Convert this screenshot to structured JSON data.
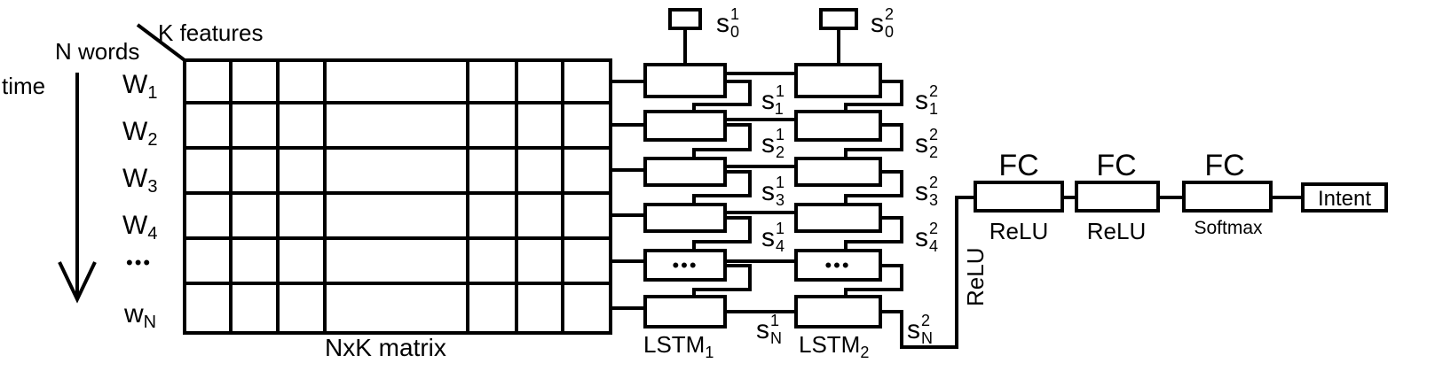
{
  "labels": {
    "k_features": "K features",
    "n_words": "N words",
    "time": "time",
    "matrix": "NxK matrix",
    "lstm1_main": "LSTM",
    "lstm1_sub": "1",
    "lstm2_main": "LSTM",
    "lstm2_sub": "2",
    "relu_vertical": "ReLU",
    "intent": "Intent"
  },
  "words": [
    {
      "main": "W",
      "sub": "1"
    },
    {
      "main": "W",
      "sub": "2"
    },
    {
      "main": "W",
      "sub": "3"
    },
    {
      "main": "W",
      "sub": "4"
    },
    {
      "main": "•••",
      "sub": ""
    },
    {
      "main": "w",
      "sub": "N"
    }
  ],
  "states_layer1": [
    {
      "sup": "1",
      "sub": "0"
    },
    {
      "sup": "1",
      "sub": "1"
    },
    {
      "sup": "1",
      "sub": "2"
    },
    {
      "sup": "1",
      "sub": "3"
    },
    {
      "sup": "1",
      "sub": "4"
    },
    {
      "sup": "1",
      "sub": "N"
    }
  ],
  "states_layer2": [
    {
      "sup": "2",
      "sub": "0"
    },
    {
      "sup": "2",
      "sub": "1"
    },
    {
      "sup": "2",
      "sub": "2"
    },
    {
      "sup": "2",
      "sub": "3"
    },
    {
      "sup": "2",
      "sub": "4"
    },
    {
      "sup": "2",
      "sub": "N"
    }
  ],
  "state_symbol": "s",
  "ellipsis": "•••",
  "fc_layers": [
    {
      "title": "FC",
      "activation": "ReLU"
    },
    {
      "title": "FC",
      "activation": "ReLU"
    },
    {
      "title": "FC",
      "activation": "Softmax"
    }
  ]
}
